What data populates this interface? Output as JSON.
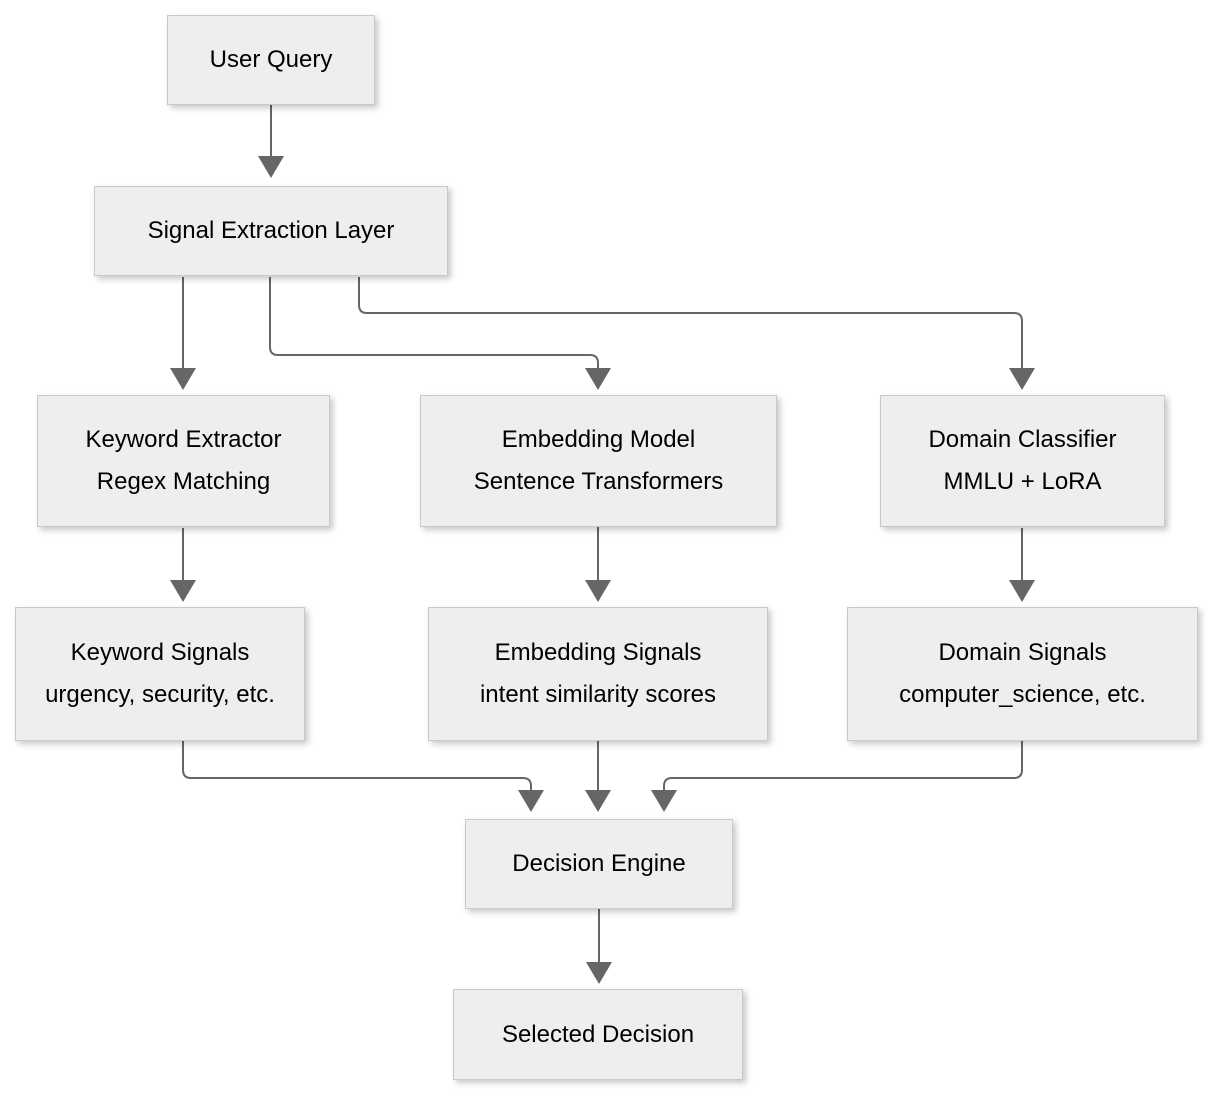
{
  "diagram": {
    "type": "flowchart",
    "background_color": "#ffffff",
    "node_fill_color": "#eeeeee",
    "node_border_color": "#c9c9c9",
    "edge_color": "#666666",
    "text_color": "#000000",
    "nodes": [
      {
        "id": "user-query",
        "lines": [
          "User Query"
        ]
      },
      {
        "id": "signal-extraction-layer",
        "lines": [
          "Signal Extraction Layer"
        ]
      },
      {
        "id": "keyword-extractor",
        "lines": [
          "Keyword Extractor",
          "Regex Matching"
        ]
      },
      {
        "id": "embedding-model",
        "lines": [
          "Embedding Model",
          "Sentence Transformers"
        ]
      },
      {
        "id": "domain-classifier",
        "lines": [
          "Domain Classifier",
          "MMLU + LoRA"
        ]
      },
      {
        "id": "keyword-signals",
        "lines": [
          "Keyword Signals",
          "urgency, security, etc."
        ]
      },
      {
        "id": "embedding-signals",
        "lines": [
          "Embedding Signals",
          "intent similarity scores"
        ]
      },
      {
        "id": "domain-signals",
        "lines": [
          "Domain Signals",
          "computer_science, etc."
        ]
      },
      {
        "id": "decision-engine",
        "lines": [
          "Decision Engine"
        ]
      },
      {
        "id": "selected-decision",
        "lines": [
          "Selected Decision"
        ]
      }
    ],
    "edges": [
      {
        "from": "user-query",
        "to": "signal-extraction-layer"
      },
      {
        "from": "signal-extraction-layer",
        "to": "keyword-extractor"
      },
      {
        "from": "signal-extraction-layer",
        "to": "embedding-model"
      },
      {
        "from": "signal-extraction-layer",
        "to": "domain-classifier"
      },
      {
        "from": "keyword-extractor",
        "to": "keyword-signals"
      },
      {
        "from": "embedding-model",
        "to": "embedding-signals"
      },
      {
        "from": "domain-classifier",
        "to": "domain-signals"
      },
      {
        "from": "keyword-signals",
        "to": "decision-engine"
      },
      {
        "from": "embedding-signals",
        "to": "decision-engine"
      },
      {
        "from": "domain-signals",
        "to": "decision-engine"
      },
      {
        "from": "decision-engine",
        "to": "selected-decision"
      }
    ]
  }
}
